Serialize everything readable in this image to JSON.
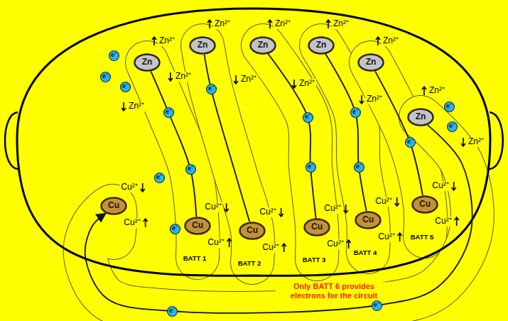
{
  "diagram": {
    "nodes": [
      {
        "text": [
          "Zn"
        ]
      },
      {
        "text": [
          "Zn"
        ]
      },
      {
        "text": [
          "Zn"
        ]
      },
      {
        "text": [
          "Zn"
        ]
      },
      {
        "text": [
          "Zn"
        ]
      },
      {
        "text": [
          "Zn"
        ]
      },
      {
        "text": [
          "Cu"
        ]
      },
      {
        "text": [
          "Cu"
        ]
      },
      {
        "text": [
          "Cu"
        ]
      },
      {
        "text": [
          "Cu"
        ]
      },
      {
        "text": [
          "Cu"
        ]
      },
      {
        "text": [
          "Cu"
        ]
      },
      {
        "text": [
          "e⁻"
        ]
      },
      {
        "text": [
          "e⁻"
        ]
      },
      {
        "text": [
          "e⁻"
        ]
      },
      {
        "text": [
          "e⁻"
        ]
      },
      {
        "text": [
          "e⁻"
        ]
      },
      {
        "text": [
          "e⁻"
        ]
      },
      {
        "text": [
          "e⁻"
        ]
      },
      {
        "text": [
          "e⁻"
        ]
      },
      {
        "text": [
          "e⁻"
        ]
      },
      {
        "text": [
          "e⁻"
        ]
      },
      {
        "text": [
          "e⁻"
        ]
      },
      {
        "text": [
          "e⁻"
        ]
      },
      {
        "text": [
          "e⁻"
        ]
      },
      {
        "text": [
          "e⁻"
        ]
      },
      {
        "text": [
          "e⁻"
        ]
      },
      {
        "text": [
          "e⁻"
        ]
      },
      {
        "text": [
          "e⁻"
        ]
      }
    ],
    "edges": [
      {
        "from": 0,
        "to": 7,
        "arrow": "none"
      },
      {
        "from": 1,
        "to": 8,
        "arrow": "none"
      },
      {
        "from": 2,
        "to": 9,
        "arrow": "none"
      },
      {
        "from": 3,
        "to": 10,
        "arrow": "none"
      },
      {
        "from": 4,
        "to": 11,
        "arrow": "none"
      },
      {
        "from": 5,
        "to": 6,
        "arrow": "to"
      }
    ],
    "labels": [
      "Zn²⁺",
      "Zn²⁺",
      "Zn²⁺",
      "Zn²⁺",
      "Zn²⁺",
      "Zn²⁺",
      "Zn²⁺",
      "Zn²⁺",
      "Zn²⁺",
      "Zn²⁺",
      "Zn²⁺",
      "Zn²⁺",
      "Cu²⁺",
      "Cu²⁺",
      "Cu²⁺",
      "Cu²⁺",
      "Cu²⁺",
      "Cu²⁺",
      "Cu²⁺",
      "Cu²⁺",
      "Cu²⁺",
      "Cu²⁺",
      "Cu²⁺",
      "Cu²⁺",
      "BATT 1",
      "BATT 2",
      "BATT 3",
      "BATT 4",
      "BATT 5",
      "Only BATT 6 provides electrons for the circuit"
    ]
  }
}
